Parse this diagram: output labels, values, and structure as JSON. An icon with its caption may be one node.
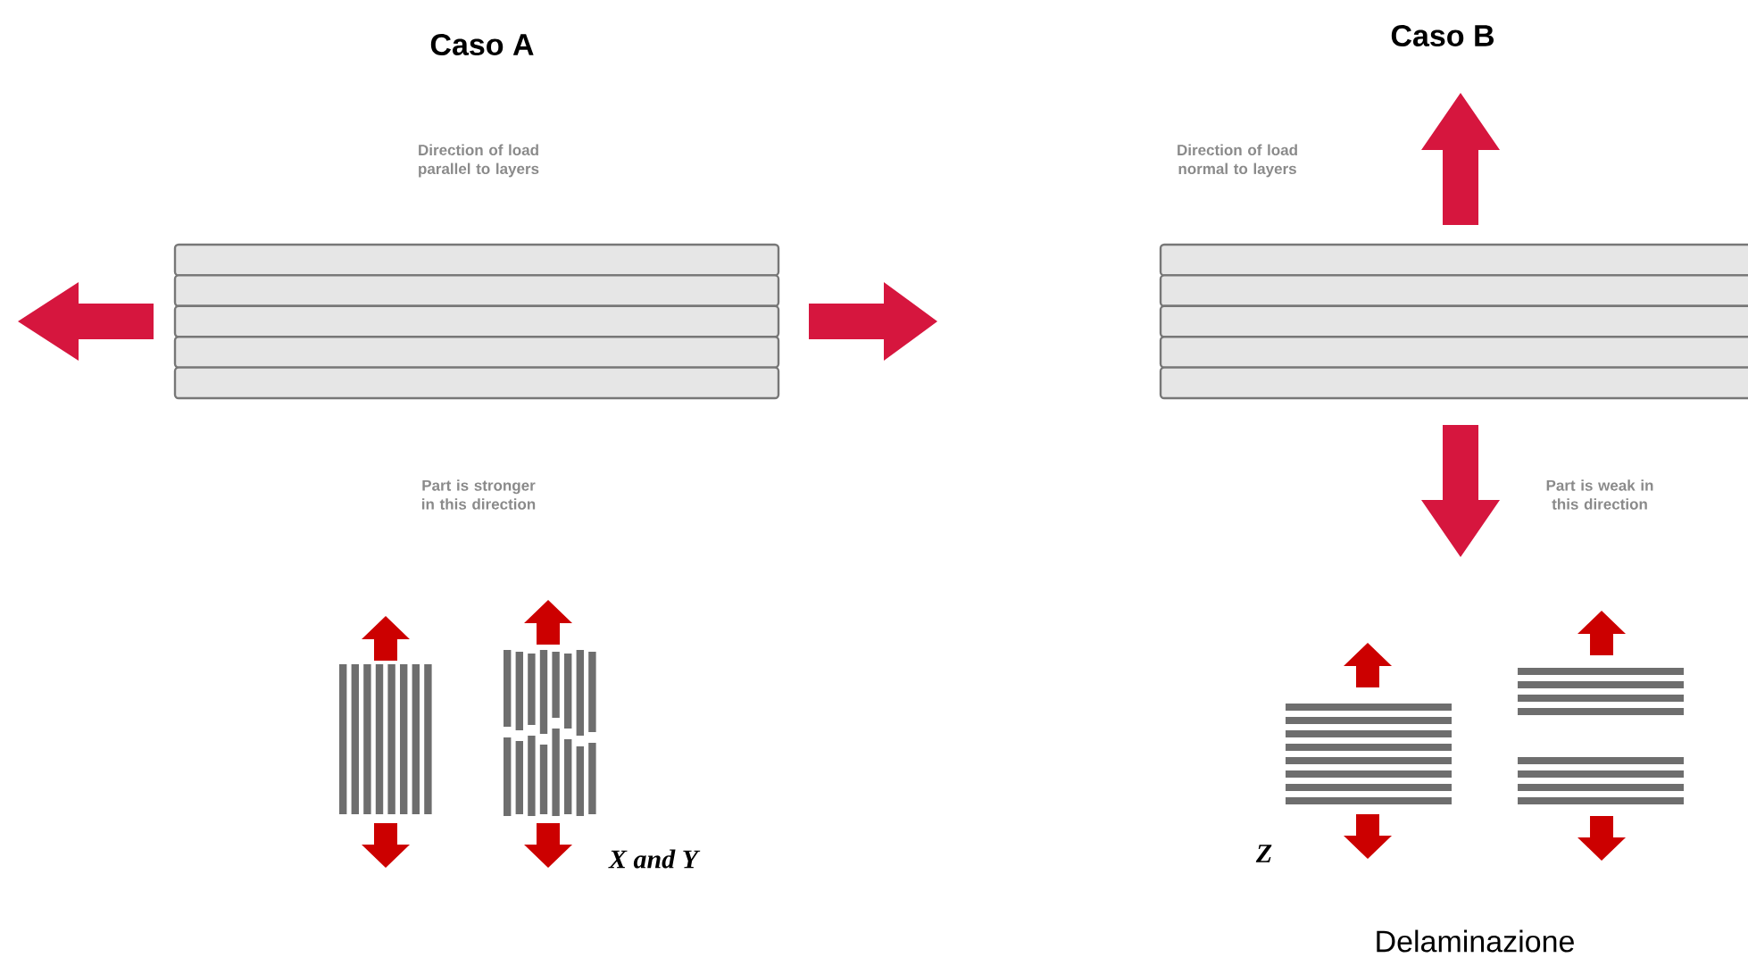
{
  "diagram": {
    "labels": [
      "Caso A",
      "Caso B",
      "Direction of load parallel to layers",
      "Direction of load normal to layers",
      "Part is stronger in this direction",
      "Part is weak in this direction",
      "X and Y",
      "Z",
      "Delaminazione"
    ]
  }
}
